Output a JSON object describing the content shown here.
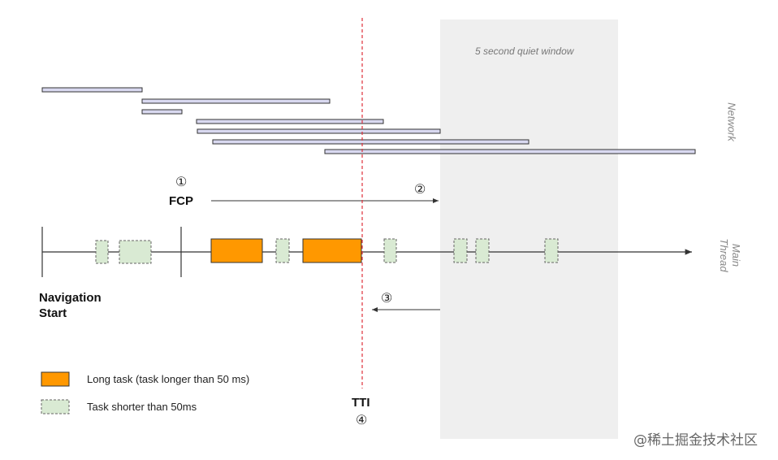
{
  "quiet_window": {
    "label": "5 second quiet window",
    "color": "#efefef"
  },
  "network_label": "Network",
  "main_thread_label": "Main Thread",
  "fcp": {
    "marker": "①",
    "label": "FCP"
  },
  "step2_marker": "②",
  "step3_marker": "③",
  "tti": {
    "label": "TTI",
    "marker": "④",
    "line_color": "#e0303a"
  },
  "navigation_start": {
    "line1": "Navigation",
    "line2": "Start"
  },
  "legend": {
    "long_task": {
      "label": "Long task (task longer than 50 ms)",
      "color": "#ff9800"
    },
    "short_task": {
      "label": "Task shorter than 50ms",
      "color": "#d9ead3"
    }
  },
  "network_bar_color": "#d9d9f0",
  "watermark": "@稀土掘金技术社区"
}
